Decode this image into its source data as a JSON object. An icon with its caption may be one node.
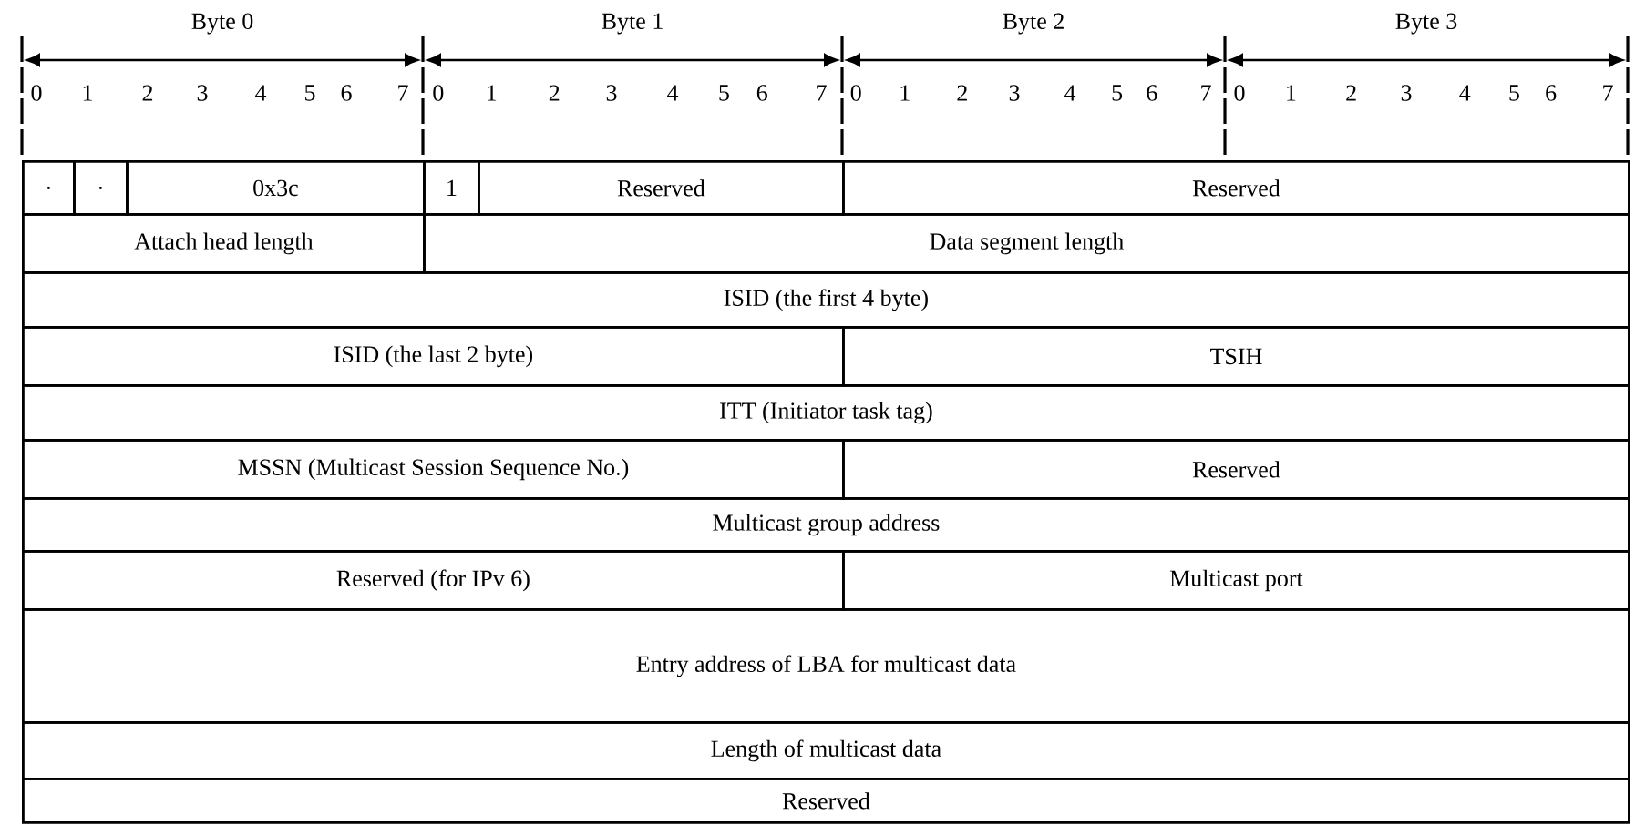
{
  "diagram": {
    "nodes": [
      {
        "text": [
          "."
        ]
      },
      {
        "text": [
          "."
        ]
      },
      {
        "text": [
          "0x3c"
        ]
      },
      {
        "text": [
          "1"
        ]
      },
      {
        "text": [
          "Reserved"
        ]
      },
      {
        "text": [
          "Reserved"
        ]
      },
      {
        "text": [
          "Attach head length"
        ]
      },
      {
        "text": [
          "Data segment length"
        ]
      },
      {
        "text": [
          "ISID (the first 4 byte)"
        ]
      },
      {
        "text": [
          "ISID (the last 2 byte)"
        ]
      },
      {
        "text": [
          "TSIH"
        ]
      },
      {
        "text": [
          "ITT (Initiator task tag)"
        ]
      },
      {
        "text": [
          "MSSN (Multicast Session Sequence No.)"
        ]
      },
      {
        "text": [
          "Reserved"
        ]
      },
      {
        "text": [
          "Multicast group address"
        ]
      },
      {
        "text": [
          "Reserved (for IPv 6)"
        ]
      },
      {
        "text": [
          "Multicast port"
        ]
      },
      {
        "text": [
          "Entry address of LBA for multicast data"
        ]
      },
      {
        "text": [
          "Length of multicast data"
        ]
      },
      {
        "text": [
          "Reserved"
        ]
      }
    ],
    "labels": [
      "Byte 0",
      "Byte 1",
      "Byte 2",
      "Byte 3",
      "0",
      "1",
      "2",
      "3",
      "4",
      "5",
      "6",
      "7",
      "0",
      "1",
      "2",
      "3",
      "4",
      "5",
      "6",
      "7",
      "0",
      "1",
      "2",
      "3",
      "4",
      "5",
      "6",
      "7",
      "0",
      "1",
      "2",
      "3",
      "4",
      "5",
      "6",
      "7"
    ]
  }
}
